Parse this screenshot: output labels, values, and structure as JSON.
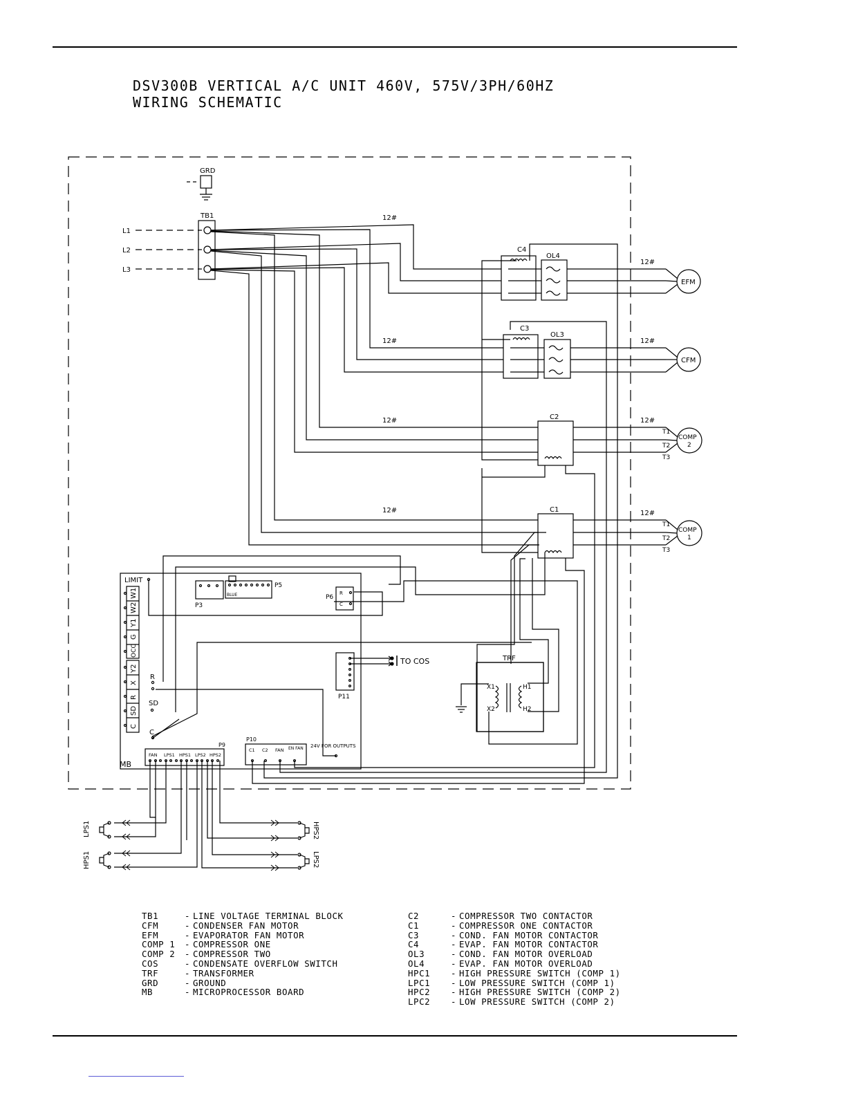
{
  "page": {
    "title_line1": "DSV300B VERTICAL A/C UNIT 460V, 575V/3PH/60HZ",
    "title_line2": "WIRING SCHEMATIC"
  },
  "diagram": {
    "ground": "GRD",
    "terminal_block": "TB1",
    "lines": [
      "L1",
      "L2",
      "L3"
    ],
    "wire_gauge": "12#",
    "contactors": {
      "c4": "C4",
      "c3": "C3",
      "c2": "C2",
      "c1": "C1"
    },
    "overloads": {
      "ol4": "OL4",
      "ol3": "OL3"
    },
    "motors": {
      "efm": "EFM",
      "cfm": "CFM",
      "comp": "COMP",
      "comp2_num": "2",
      "comp1_num": "1"
    },
    "terminals": [
      "T1",
      "T2",
      "T3"
    ],
    "board": {
      "label": "MB",
      "limit": "LIMIT",
      "inputs": [
        "W1",
        "W2",
        "Y1",
        "G",
        "OCC",
        "Y2",
        "X",
        "R",
        "SD",
        "C"
      ],
      "r": "R",
      "sd": "SD",
      "c": "C",
      "p3": "P3",
      "p5": "P5",
      "blue": "BLUE",
      "p6": "P6",
      "p6_pins": [
        "R",
        "C"
      ],
      "p11": "P11",
      "to_cos": "TO COS",
      "p9": "P9",
      "p9_pins": [
        "FAN",
        "LPS1",
        "HPS1",
        "LPS2",
        "HPS2"
      ],
      "p10": "P10",
      "p10_pins": [
        "C1",
        "C2",
        "FAN",
        "EN FAN"
      ],
      "outputs_note": "24V FOR OUTPUTS"
    },
    "transformer": {
      "label": "TRF",
      "x1": "X1",
      "x2": "X2",
      "h1": "H1",
      "h2": "H2"
    },
    "switches": {
      "lps1": "LPS1",
      "hps1": "HPS1",
      "hps2": "HPS2",
      "lps2": "LPS2"
    }
  },
  "legend": {
    "left": [
      {
        "abbr": "TB1",
        "desc": "LINE VOLTAGE TERMINAL BLOCK"
      },
      {
        "abbr": "CFM",
        "desc": "CONDENSER FAN MOTOR"
      },
      {
        "abbr": "EFM",
        "desc": "EVAPORATOR FAN MOTOR"
      },
      {
        "abbr": "COMP 1",
        "desc": "COMPRESSOR ONE"
      },
      {
        "abbr": "COMP 2",
        "desc": "COMPRESSOR TWO"
      },
      {
        "abbr": "COS",
        "desc": "CONDENSATE OVERFLOW SWITCH"
      },
      {
        "abbr": "TRF",
        "desc": "TRANSFORMER"
      },
      {
        "abbr": "GRD",
        "desc": "GROUND"
      },
      {
        "abbr": "MB",
        "desc": "MICROPROCESSOR BOARD"
      }
    ],
    "right": [
      {
        "abbr": "C2",
        "desc": "COMPRESSOR TWO CONTACTOR"
      },
      {
        "abbr": "C1",
        "desc": "COMPRESSOR ONE CONTACTOR"
      },
      {
        "abbr": "C3",
        "desc": "COND. FAN MOTOR CONTACTOR"
      },
      {
        "abbr": "C4",
        "desc": "EVAP. FAN MOTOR CONTACTOR"
      },
      {
        "abbr": "OL3",
        "desc": "COND. FAN MOTOR OVERLOAD"
      },
      {
        "abbr": "OL4",
        "desc": "EVAP. FAN MOTOR OVERLOAD"
      },
      {
        "abbr": "HPC1",
        "desc": "HIGH PRESSURE SWITCH (COMP 1)"
      },
      {
        "abbr": "LPC1",
        "desc": "LOW PRESSURE SWITCH (COMP 1)"
      },
      {
        "abbr": "HPC2",
        "desc": "HIGH PRESSURE SWITCH (COMP 2)"
      },
      {
        "abbr": "LPC2",
        "desc": "LOW PRESSURE SWITCH (COMP 2)"
      }
    ]
  }
}
